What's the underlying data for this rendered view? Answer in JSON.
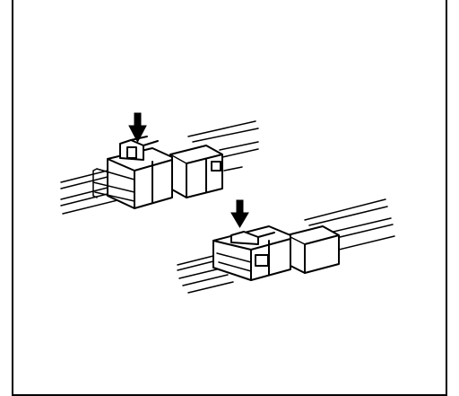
{
  "figure": {
    "connectors": [
      {
        "id": "upper-connector",
        "arrow_meaning": "press-latch"
      },
      {
        "id": "lower-connector",
        "arrow_meaning": "press-latch"
      }
    ]
  }
}
